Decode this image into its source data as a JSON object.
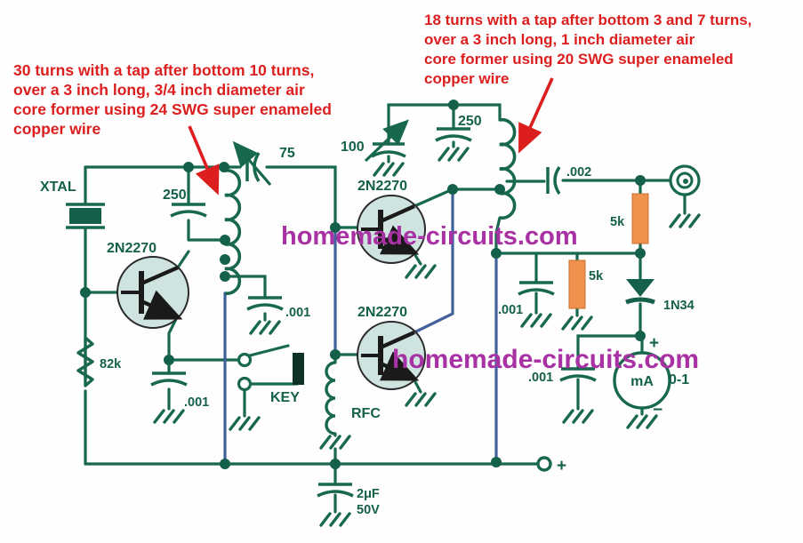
{
  "annotations": {
    "left": {
      "lines": [
        "30 turns with a tap after bottom 10 turns,",
        "over a 3 inch long, 3/4 inch diameter air",
        "core former using 24 SWG super enameled",
        "copper wire"
      ]
    },
    "right": {
      "lines": [
        "18 turns with a tap after bottom 3 and 7 turns,",
        "over a 3 inch long, 1 inch diameter air",
        "core former using 20 SWG super enameled",
        "copper wire"
      ]
    }
  },
  "watermarks": [
    {
      "text": "homemade-circuits.com"
    },
    {
      "text": "homemade-circuits.com"
    }
  ],
  "labels": {
    "xtal": "XTAL",
    "q1": "2N2270",
    "q2": "2N2270",
    "q3": "2N2270",
    "c_osc_top": "250",
    "c_trim_osc": "75",
    "c_trim_pa": "100",
    "c_pa_top": "250",
    "r_base": "82k",
    "c_emitter": ".001",
    "key": "KEY",
    "c_osc_bypass": ".001",
    "rfc": "RFC",
    "c_coupling": ".002",
    "r_meter_series": "5k",
    "r_meter_shunt": "5k",
    "d_detector": "1N34",
    "c_pa_bypass": ".001",
    "c_meter_bypass": ".001",
    "meter": "mA",
    "meter_range": "0-1",
    "meter_plus": "+",
    "meter_minus": "−",
    "c_filter_value": "2μF",
    "c_filter_voltage": "50V",
    "supply_plus": "+"
  },
  "colors": {
    "wire_green": "#186850",
    "label_green": "#14604b",
    "annotation_red": "#dd1e1e",
    "watermark_purple": "#a832a4",
    "resistor_orange": "#f0914e",
    "transistor_fill": "#cfe4e0",
    "long_wire_blue": "#40619b"
  }
}
